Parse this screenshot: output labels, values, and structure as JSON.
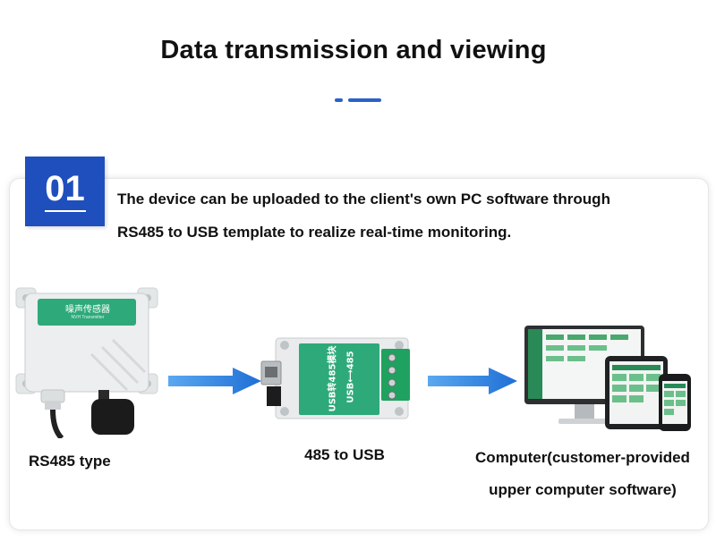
{
  "header": {
    "title": "Data transmission and viewing"
  },
  "step": {
    "number": "01",
    "description_line1": "The device can be uploaded to the client's own PC software through",
    "description_line2": "RS485 to USB template to realize real-time monitoring."
  },
  "flow": {
    "sensor": {
      "label": "RS485 type",
      "panel_text": "噪声传感器",
      "panel_subtext": "NVH Transmitter"
    },
    "converter": {
      "label": "485 to USB",
      "module_text": "USB转485模块",
      "module_subtext": "USB⟷485"
    },
    "computer": {
      "label_line1": "Computer(customer-provided",
      "label_line2": "upper computer software)"
    }
  },
  "colors": {
    "accent": "#1f4fbd",
    "arrow": "#2f7fe0",
    "device_green": "#2eaa7a"
  }
}
